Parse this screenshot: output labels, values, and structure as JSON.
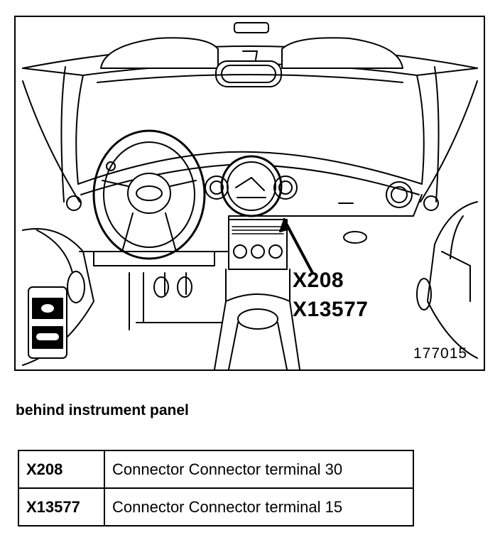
{
  "figure": {
    "callouts": [
      "X208",
      "X13577"
    ],
    "figure_number": "177015"
  },
  "caption": "behind instrument panel",
  "legend": {
    "rows": [
      {
        "code": "X208",
        "description": "Connector Connector terminal 30"
      },
      {
        "code": "X13577",
        "description": "Connector Connector terminal 15"
      }
    ]
  }
}
